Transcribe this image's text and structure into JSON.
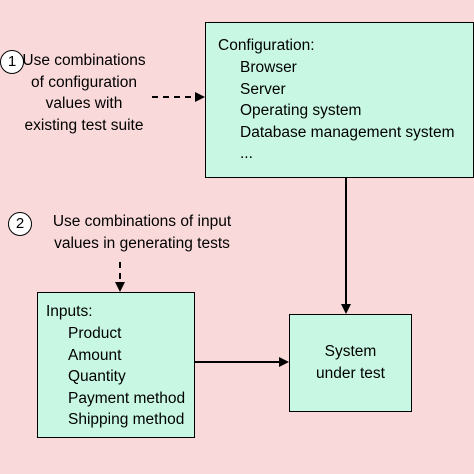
{
  "note1": {
    "number": "1",
    "lines": [
      "Use combinations",
      "of configuration",
      "values with",
      "existing test suite"
    ]
  },
  "note2": {
    "number": "2",
    "lines": [
      "Use combinations of input",
      "values in generating tests"
    ]
  },
  "configuration": {
    "title": "Configuration:",
    "items": [
      "Browser",
      "Server",
      "Operating system",
      "Database management system",
      "..."
    ]
  },
  "inputs": {
    "title": "Inputs:",
    "items": [
      "Product",
      "Amount",
      "Quantity",
      "Payment method",
      "Shipping method"
    ]
  },
  "system": {
    "lines": [
      "System",
      "under test"
    ]
  }
}
